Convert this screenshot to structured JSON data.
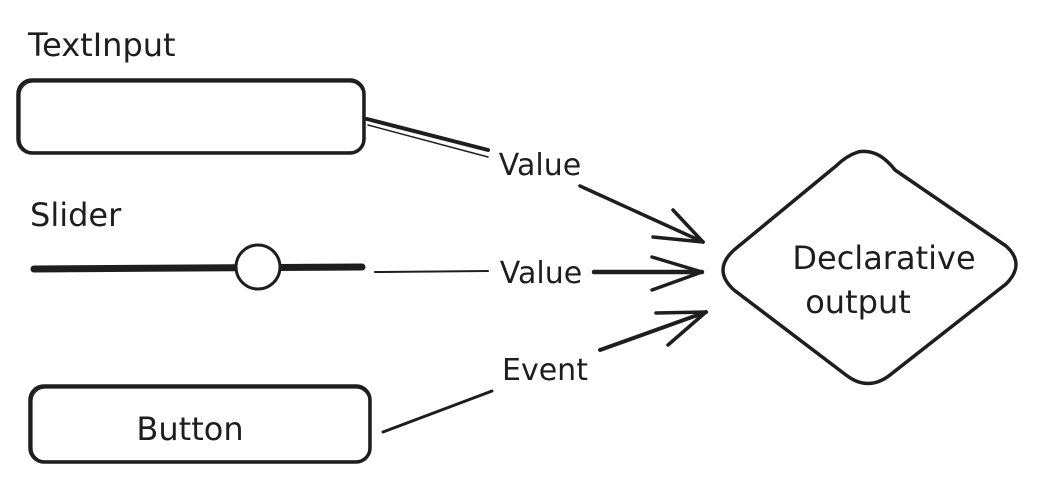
{
  "diagram": {
    "nodes": {
      "text_input": {
        "label": "TextInput",
        "value": ""
      },
      "slider": {
        "label": "Slider"
      },
      "button": {
        "label": "Button"
      },
      "output": {
        "line1": "Declarative",
        "line2": "output"
      }
    },
    "edges": [
      {
        "from": "TextInput",
        "to": "Declarative output",
        "label": "Value"
      },
      {
        "from": "Slider",
        "to": "Declarative output",
        "label": "Value"
      },
      {
        "from": "Button",
        "to": "Declarative output",
        "label": "Event"
      }
    ]
  },
  "colors": {
    "stroke": "#1e1e1e",
    "background": "#ffffff"
  }
}
